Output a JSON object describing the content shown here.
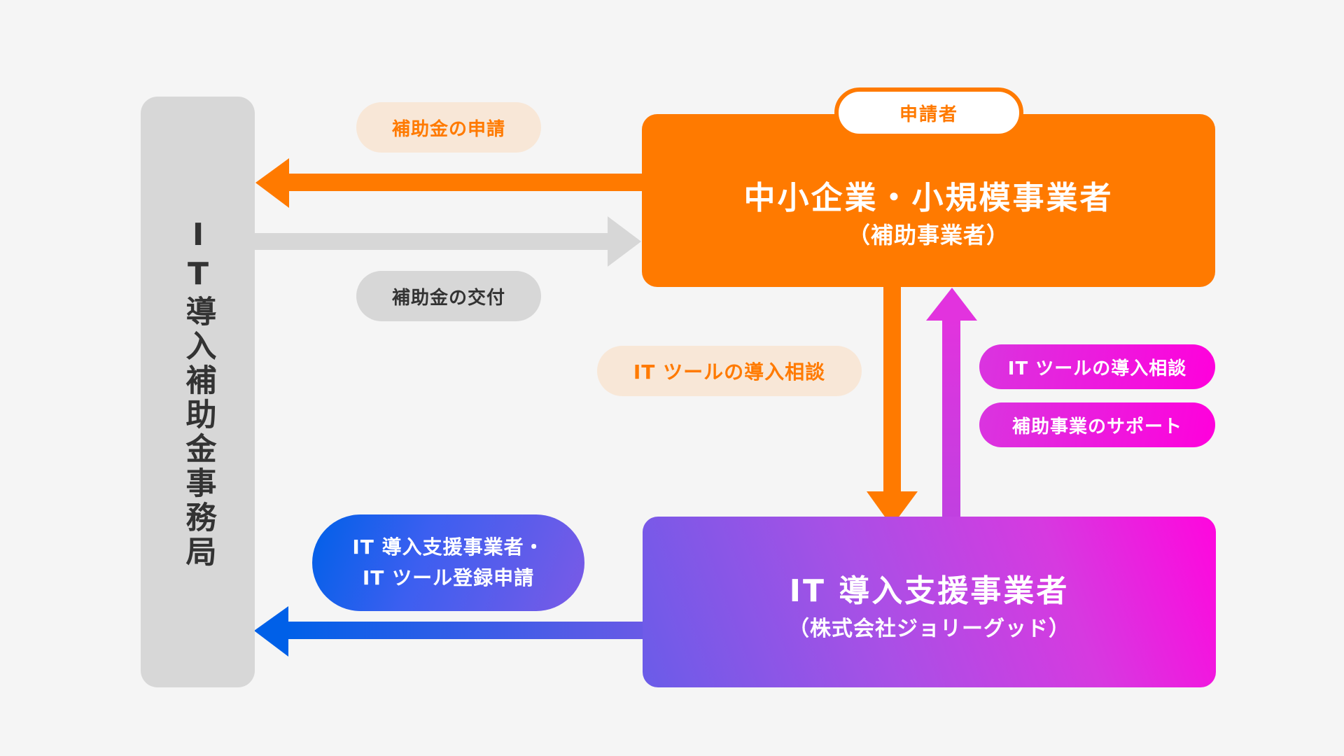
{
  "office": {
    "label_chars": [
      "I",
      "T",
      "導",
      "入",
      "補",
      "助",
      "金",
      "事",
      "務",
      "局"
    ],
    "label": "IT導入補助金事務局"
  },
  "applicant": {
    "tag": "申請者",
    "title": "中小企業・小規模事業者",
    "subtitle": "（補助事業者）"
  },
  "vendor": {
    "title": "IT 導入支援事業者",
    "subtitle": "（株式会社ジョリーグッド）"
  },
  "flows": {
    "subsidy_application": "補助金の申請",
    "subsidy_grant": "補助金の交付",
    "consult_request": "IT ツールの導入相談",
    "consult_support": "IT ツールの導入相談",
    "project_support": "補助事業のサポート",
    "registration_line1": "IT 導入支援事業者・",
    "registration_line2": "IT ツール登録申請"
  },
  "colors": {
    "background": "#f5f5f5",
    "orange": "#ff7a00",
    "orange_soft": "#f8e7d7",
    "gray": "#d7d7d7",
    "text_dark": "#333333",
    "magenta": "#ff00dc",
    "purple": "#a650e6",
    "blue": "#0060e8"
  }
}
